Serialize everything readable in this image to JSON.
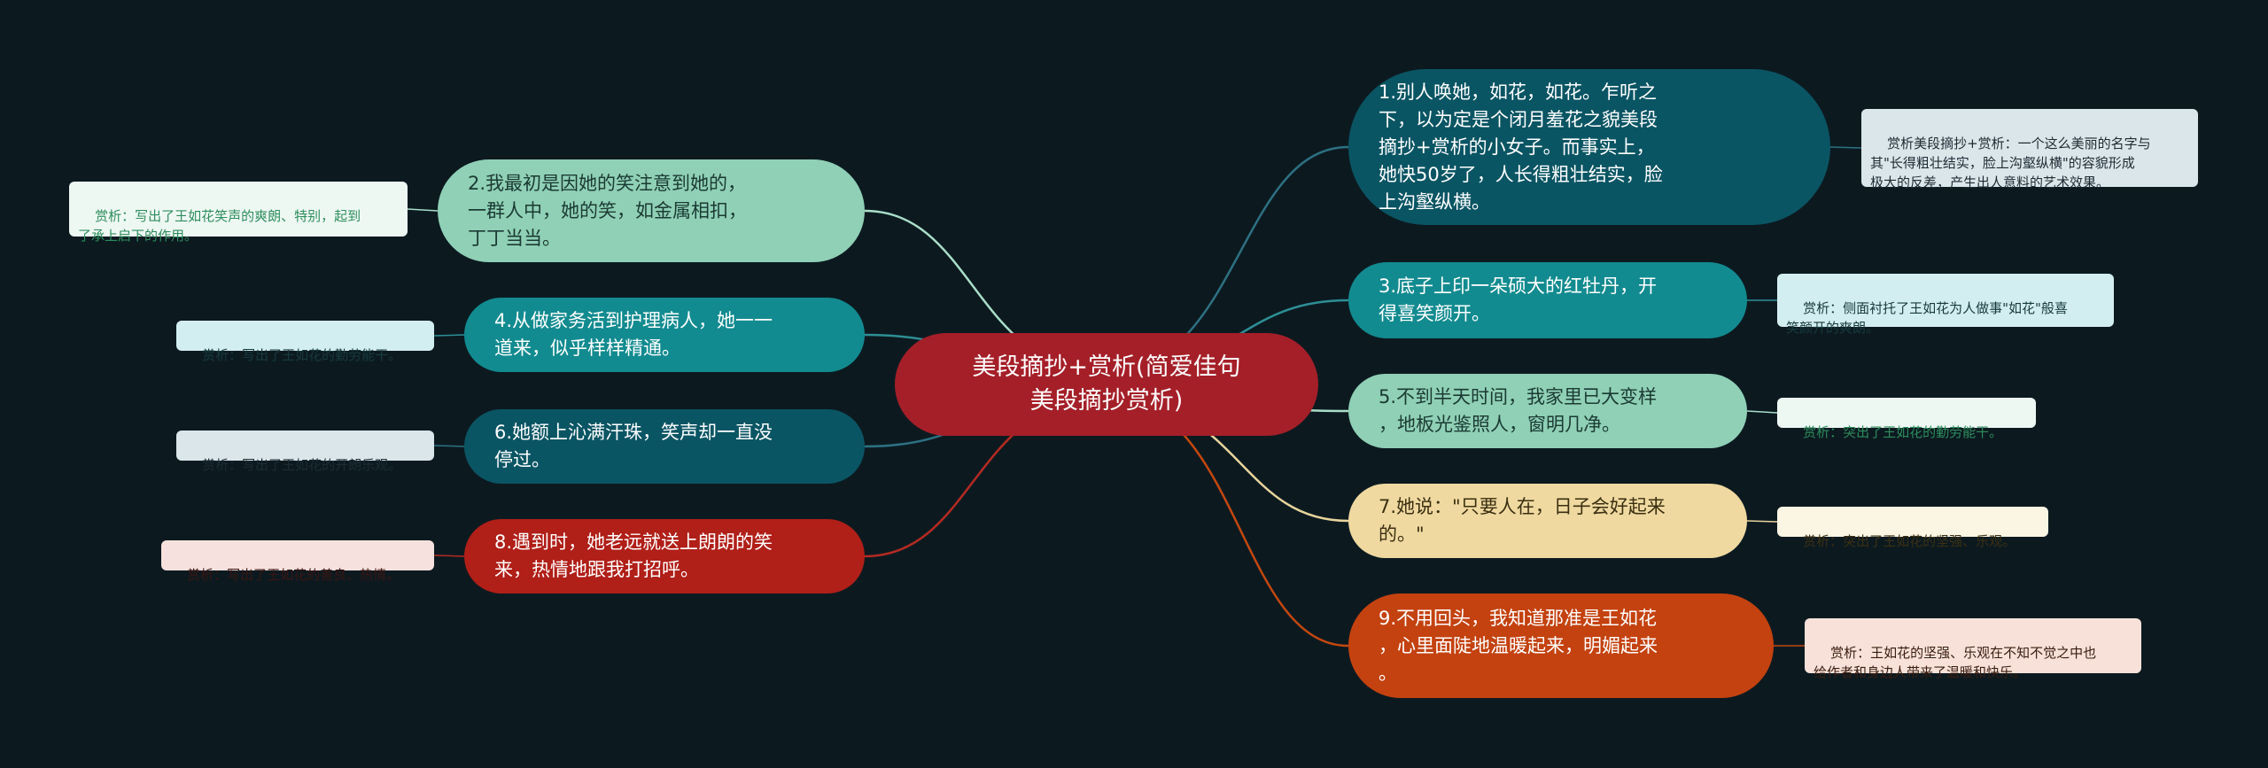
{
  "root": {
    "label": "美段摘抄+赏析(简爱佳句\n美段摘抄赏析)"
  },
  "colors": {
    "background": "#0c1a20",
    "root": "#a51f28",
    "dark_teal": "#0a5564",
    "teal": "#128b90",
    "mint": "#8fd0b6",
    "cream": "#efd9a0",
    "red": "#b01f18",
    "orange": "#c4420f"
  },
  "branches": [
    {
      "id": "b1",
      "text": "1.别人唤她，如花，如花。乍听之\n下，以为定是个闭月羞花之貌美段\n摘抄+赏析的小女子。而事实上，\n她快50岁了，人长得粗壮结实，脸\n上沟壑纵横。",
      "note": "赏析美段摘抄+赏析：一个这么美丽的名字与\n其\"长得粗壮结实，脸上沟壑纵横\"的容貌形成\n极大的反差，产生出人意料的艺术效果。",
      "fill": "#0a5564",
      "text_color": "#ffffff",
      "note_fill": "#dbe6ea",
      "note_text": "#1d2b33",
      "link": "#2d7182"
    },
    {
      "id": "b2",
      "text": "2.我最初是因她的笑注意到她的，\n一群人中，她的笑，如金属相扣，\n丁丁当当。",
      "note": "赏析：写出了王如花笑声的爽朗、特别，起到\n了承上启下的作用。",
      "fill": "#8fd0b6",
      "text_color": "#1b3a33",
      "note_fill": "#eef8f3",
      "note_text": "#2d8d5d",
      "link": "#a9ddc8"
    },
    {
      "id": "b3",
      "text": "3.底子上印一朵硕大的红牡丹，开\n得喜笑颜开。",
      "note": "赏析：侧面衬托了王如花为人做事\"如花\"般喜\n笑颜开的爽朗。",
      "fill": "#128b90",
      "text_color": "#ffffff",
      "note_fill": "#d3eef0",
      "note_text": "#173a3e",
      "link": "#2d8f95"
    },
    {
      "id": "b4",
      "text": "4.从做家务活到护理病人，她一一\n道来，似乎样样精通。",
      "note": "赏析：写出了王如花的勤劳能干。",
      "fill": "#128b90",
      "text_color": "#ffffff",
      "note_fill": "#d3eef0",
      "note_text": "#173a3e",
      "link": "#2d8f95"
    },
    {
      "id": "b5",
      "text": "5.不到半天时间，我家里已大变样\n，地板光鉴照人，窗明几净。",
      "note": "赏析：突出了王如花的勤劳能干。",
      "fill": "#8fd0b6",
      "text_color": "#1b3a33",
      "note_fill": "#eef8f3",
      "note_text": "#2d8d5d",
      "link": "#a9ddc8"
    },
    {
      "id": "b6",
      "text": "6.她额上沁满汗珠，笑声却一直没\n停过。",
      "note": "赏析：写出了王如花的开朗乐观。",
      "fill": "#0a5564",
      "text_color": "#ffffff",
      "note_fill": "#dbe6ea",
      "note_text": "#1d2b33",
      "link": "#2d7182"
    },
    {
      "id": "b7",
      "text": "7.她说：\"只要人在，日子会好起来\n的。\"",
      "note": "赏析：突出了王如花的坚强、乐观。",
      "fill": "#efd9a0",
      "text_color": "#3b2f12",
      "note_fill": "#fbf5e4",
      "note_text": "#3b2f12",
      "link": "#e8d49c"
    },
    {
      "id": "b8",
      "text": "8.遇到时，她老远就送上朗朗的笑\n来，热情地跟我打招呼。",
      "note": "赏析：写出了王如花的善良、热情。",
      "fill": "#b01f18",
      "text_color": "#ffffff",
      "note_fill": "#f7e1de",
      "note_text": "#3a1512",
      "link": "#b52a22"
    },
    {
      "id": "b9",
      "text": "9.不用回头，我知道那准是王如花\n，心里面陡地温暖起来，明媚起来\n。",
      "note": "赏析：王如花的坚强、乐观在不知不觉之中也\n给作者和身边人带来了温暖和快乐。",
      "fill": "#c4420f",
      "text_color": "#ffffff",
      "note_fill": "#f7e1d8",
      "note_text": "#3a1c10",
      "link": "#c4470f"
    }
  ]
}
